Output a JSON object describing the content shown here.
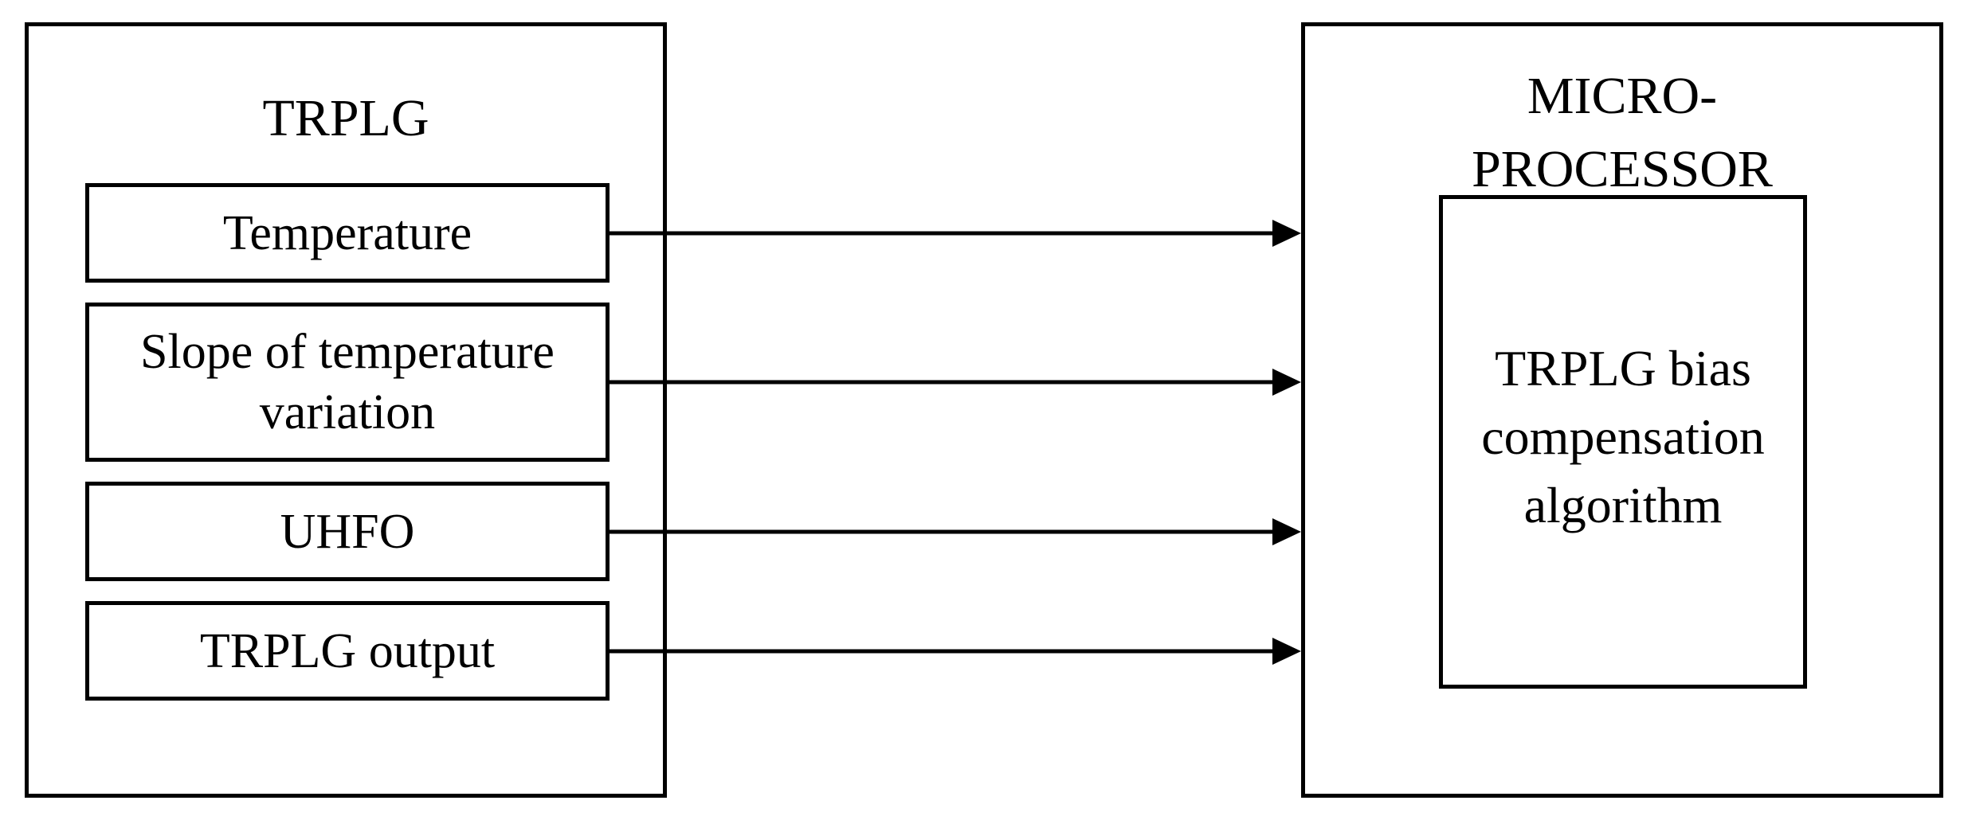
{
  "left_block": {
    "title": "TRPLG",
    "inputs": [
      "Temperature",
      "Slope of temperature\nvariation",
      "UHFO",
      "TRPLG output"
    ]
  },
  "right_block": {
    "title": "MICRO-\nPROCESSOR",
    "algorithm": "TRPLG bias\ncompensation\nalgorithm"
  }
}
